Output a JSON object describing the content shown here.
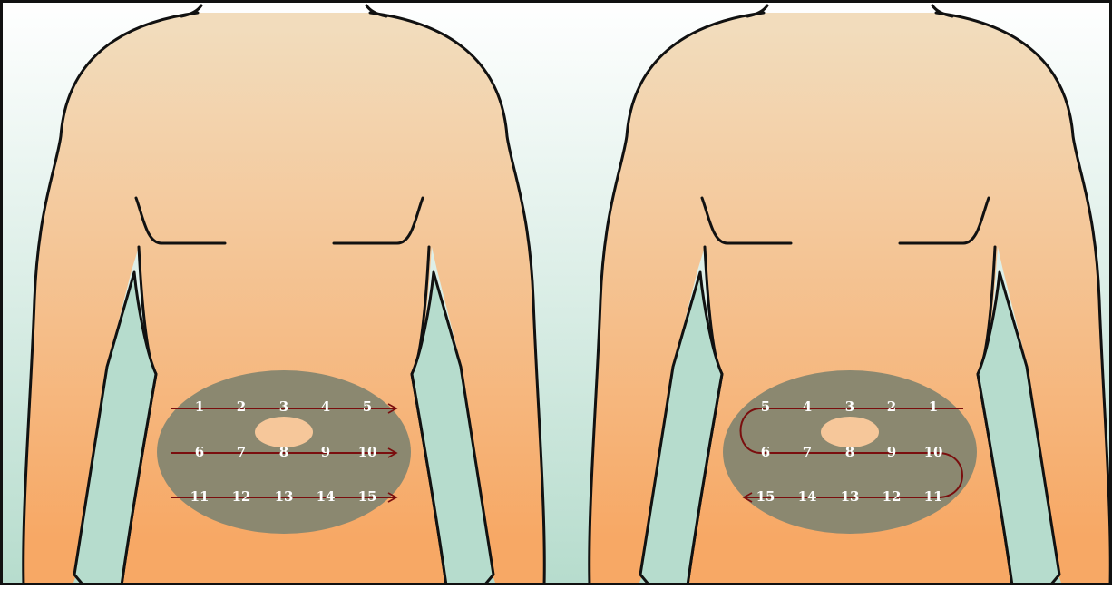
{
  "colors": {
    "background_top": "#ffffff",
    "background_bottom": "#b6dccd",
    "skin_top": "#f2dcbc",
    "skin_bottom": "#f7a865",
    "outline": "#111111",
    "zone": "#8b8870",
    "navel": "#f6c79a",
    "arrow": "#7a0e0e",
    "label": "#ffffff"
  },
  "panels": [
    {
      "pattern": "left-to-right rows",
      "rows": [
        [
          "1",
          "2",
          "3",
          "4",
          "5"
        ],
        [
          "6",
          "7",
          "8",
          "9",
          "10"
        ],
        [
          "11",
          "12",
          "13",
          "14",
          "15"
        ]
      ]
    },
    {
      "pattern": "serpentine",
      "rows": [
        [
          "5",
          "4",
          "3",
          "2",
          "1"
        ],
        [
          "6",
          "7",
          "8",
          "9",
          "10"
        ],
        [
          "15",
          "14",
          "13",
          "12",
          "11"
        ]
      ]
    }
  ]
}
